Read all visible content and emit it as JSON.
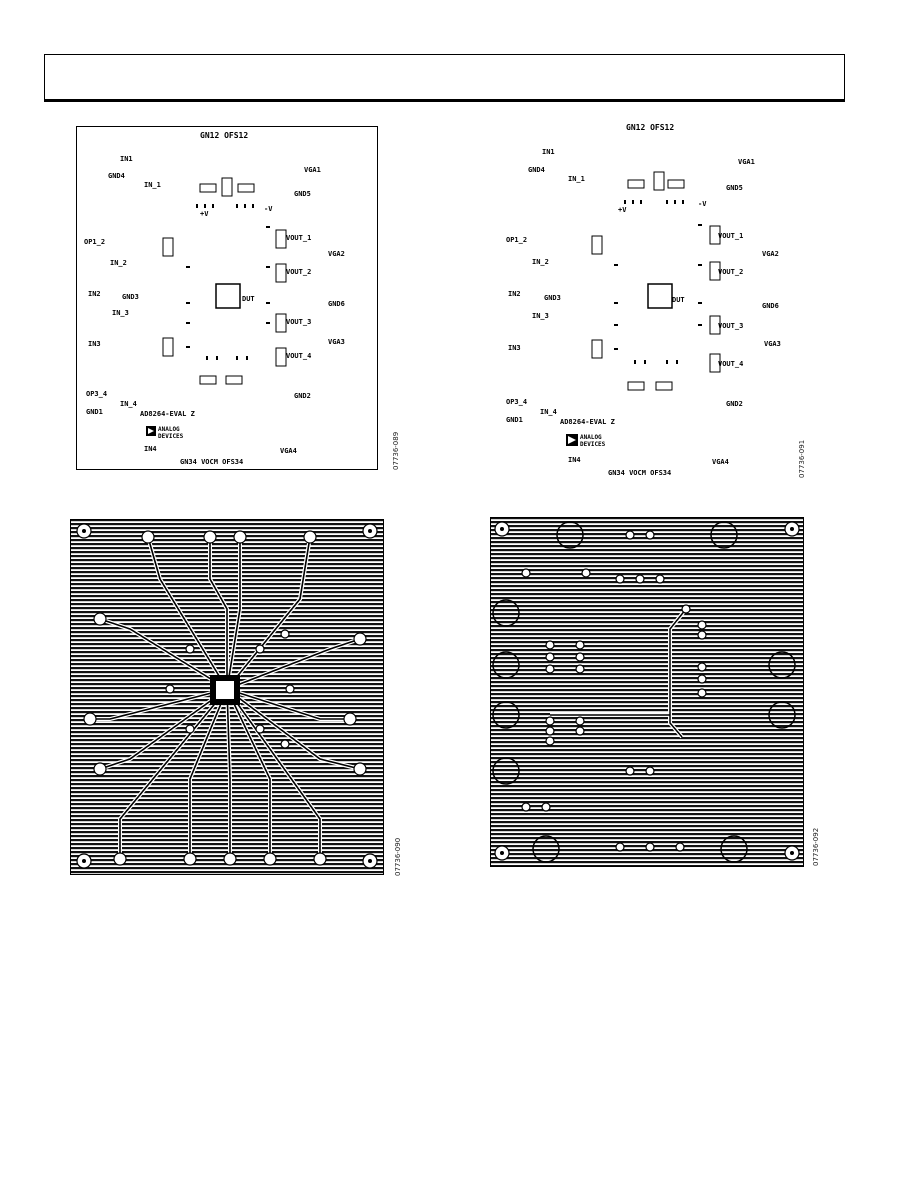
{
  "figures": [
    {
      "id": "07736-089"
    },
    {
      "id": "07736-091"
    },
    {
      "id": "07736-090"
    },
    {
      "id": "07736-092"
    }
  ],
  "silk_left": {
    "title": "GN12  OFS12",
    "in1": "IN1",
    "gnd4": "GND4",
    "in_1": "IN_1",
    "vga1": "VGA1",
    "gnd5": "GND5",
    "op1_2": "OP1_2",
    "in_2": "IN_2",
    "vga2": "VGA2",
    "in2": "IN2",
    "gnd3": "GND3",
    "in_3": "IN_3",
    "gnd6": "GND6",
    "in3": "IN3",
    "vga3": "VGA3",
    "op3_4": "OP3_4",
    "in_4": "IN_4",
    "gnd2": "GND2",
    "gnd1": "GND1",
    "board": "AD8264-EVAL Z",
    "in4": "IN4",
    "vga4": "VGA4",
    "bottom": "GN34   VOCM  OFS34",
    "vout1": "VOUT_1",
    "vout2": "VOUT_2",
    "vout3": "VOUT_3",
    "vout4": "VOUT_4",
    "brand1": "ANALOG",
    "brand2": "DEVICES",
    "dut": "DUT",
    "minus_v": "-V",
    "plus_v": "+V"
  },
  "silk_right": {
    "title": "GN12  OFS12",
    "in1": "IN1",
    "gnd4": "GND4",
    "in_1": "IN_1",
    "vga1": "VGA1",
    "gnd5": "GND5",
    "op1_2": "OP1_2",
    "in_2": "IN_2",
    "vga2": "VGA2",
    "in2": "IN2",
    "gnd3": "GND3",
    "in_3": "IN_3",
    "gnd6": "GND6",
    "in3": "IN3",
    "vga3": "VGA3",
    "op3_4": "OP3_4",
    "in_4": "IN_4",
    "gnd2": "GND2",
    "gnd1": "GND1",
    "board": "AD8264-EVAL Z",
    "in4": "IN4",
    "vga4": "VGA4",
    "bottom": "GN34   VOCM  OFS34",
    "vout1": "VOUT_1",
    "vout2": "VOUT_2",
    "vout3": "VOUT_3",
    "vout4": "VOUT_4",
    "brand1": "ANALOG",
    "brand2": "DEVICES",
    "dut": "DUT",
    "minus_v": "-V",
    "plus_v": "+V"
  }
}
